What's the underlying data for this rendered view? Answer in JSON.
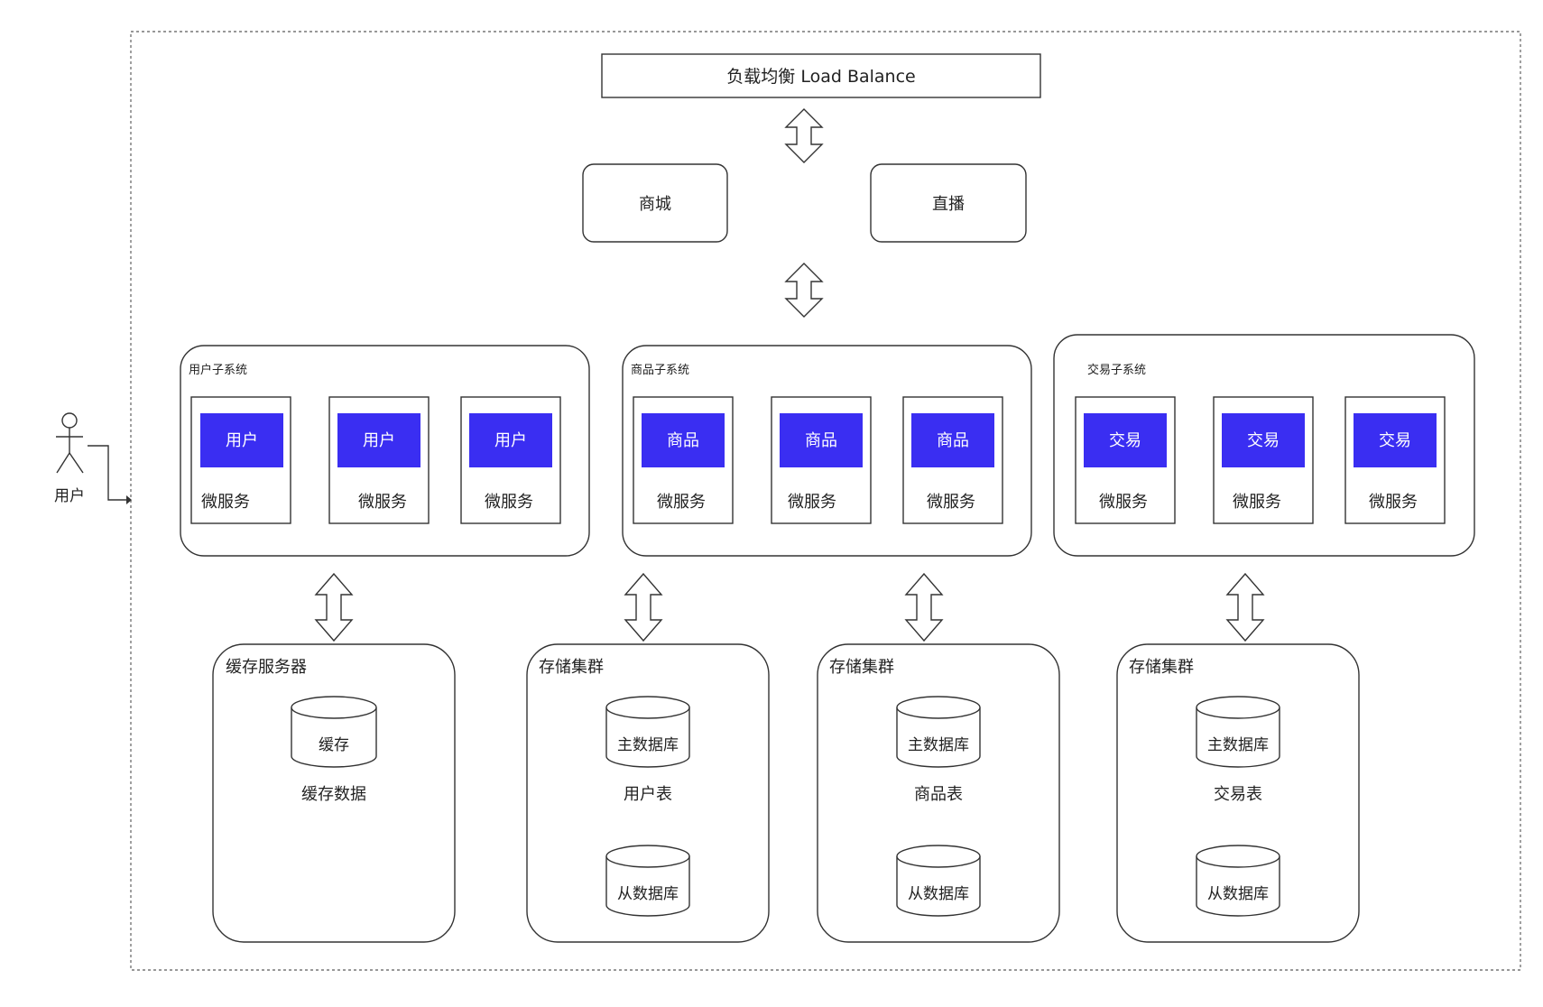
{
  "load_balancer": {
    "label": "负载均衡 Load Balance"
  },
  "apps": [
    {
      "label": "商城"
    },
    {
      "label": "直播"
    }
  ],
  "subsystems": [
    {
      "title": "用户子系统",
      "services": [
        {
          "chip": "用户",
          "label": "微服务"
        },
        {
          "chip": "用户",
          "label": "微服务"
        },
        {
          "chip": "用户",
          "label": "微服务"
        }
      ]
    },
    {
      "title": "商品子系统",
      "services": [
        {
          "chip": "商品",
          "label": "微服务"
        },
        {
          "chip": "商品",
          "label": "微服务"
        },
        {
          "chip": "商品",
          "label": "微服务"
        }
      ]
    },
    {
      "title": "交易子系统",
      "services": [
        {
          "chip": "交易",
          "label": "微服务"
        },
        {
          "chip": "交易",
          "label": "微服务"
        },
        {
          "chip": "交易",
          "label": "微服务"
        }
      ]
    }
  ],
  "storage": [
    {
      "title": "缓存服务器",
      "primary_db": "缓存",
      "table_label": "缓存数据",
      "replica_db": null
    },
    {
      "title": "存储集群",
      "primary_db": "主数据库",
      "table_label": "用户表",
      "replica_db": "从数据库"
    },
    {
      "title": "存储集群",
      "primary_db": "主数据库",
      "table_label": "商品表",
      "replica_db": "从数据库"
    },
    {
      "title": "存储集群",
      "primary_db": "主数据库",
      "table_label": "交易表",
      "replica_db": "从数据库"
    }
  ],
  "actor": {
    "label": "用户"
  },
  "colors": {
    "chip": "#3a2ef2",
    "stroke": "#333333",
    "frame": "#777777"
  }
}
